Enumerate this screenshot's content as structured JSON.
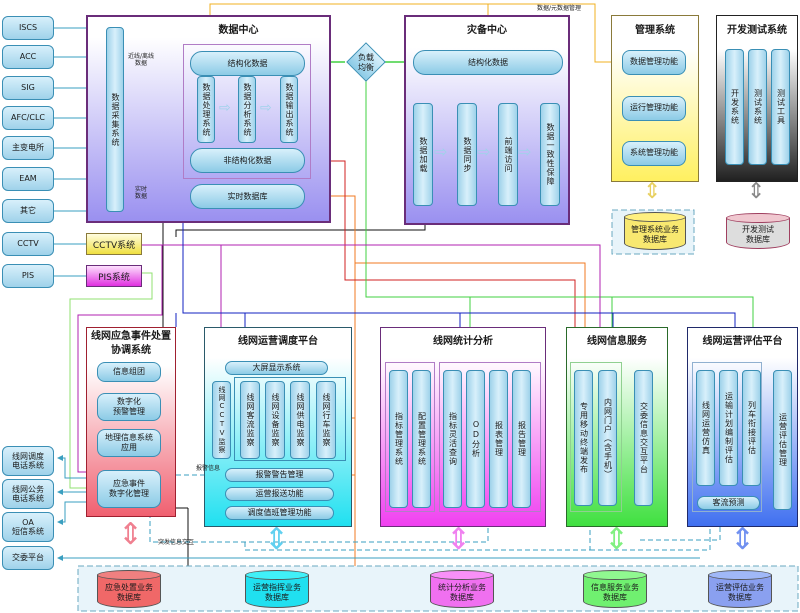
{
  "external_sources": [
    "ISCS",
    "ACC",
    "SIG",
    "AFC/CLC",
    "主变电所",
    "EAM",
    "其它"
  ],
  "data_center": {
    "title": "数据中心",
    "collector": "数据采集系统",
    "structured": "结构化数据",
    "processing": [
      "数据处理系统",
      "数据分析系统",
      "数据输出系统"
    ],
    "unstructured": "非结构化数据",
    "realtime_db": "实时数据库",
    "label_nearline": "近线/离线\n数据",
    "label_realtime": "实时\n数据"
  },
  "load_balance": "负载\n均衡",
  "dr_center": {
    "title": "灾备中心",
    "structured": "结构化数据",
    "steps": [
      "数据加载",
      "数据同步",
      "前端访问",
      "数据一致性保障"
    ]
  },
  "top_label": "数据/元数据管理",
  "mgmt_system": {
    "title": "管理系统",
    "items": [
      "数据管理功能",
      "运行管理功能",
      "系统管理功能"
    ],
    "db": "管理系统业务\n数据库"
  },
  "devtest_system": {
    "title": "开发测试系统",
    "items": [
      "开发系统",
      "测试系统",
      "测试工具"
    ],
    "db": "开发测试\n数据库"
  },
  "cctv": {
    "source": "CCTV",
    "system": "CCTV系统"
  },
  "pis": {
    "source": "PIS",
    "system": "PIS系统"
  },
  "emergency": {
    "title": "线网应急事件处置协调系统",
    "items": [
      "信息组团",
      "数字化\n预警管理",
      "地理信息系统\n应用"
    ],
    "core": "应急事件\n数字化管理",
    "db": "应急处置业务\n数据库"
  },
  "left_outputs": [
    "线网调度\n电话系统",
    "线网公务\n电话系统",
    "OA\n短信系统",
    "交委平台"
  ],
  "dispatch": {
    "title": "线网运营调度平台",
    "bigscreen": "大屏显示系统",
    "cctv_monitor": "线网CCTV监察",
    "monitors": [
      "线网客流监察",
      "线网设备监察",
      "线网供电监察",
      "线网行车监察"
    ],
    "funcs": [
      "报警警告管理",
      "运营报送功能",
      "调度值班管理功能"
    ],
    "alarm_label": "报警信息",
    "db": "运营指挥业务\n数据库"
  },
  "statistics": {
    "title": "线网统计分析",
    "left": [
      "指标管理系统",
      "配置管理系统"
    ],
    "right": [
      "指标灵活查询",
      "OD分析",
      "报表管理",
      "报告管理"
    ],
    "db": "统计分析业务\n数据库"
  },
  "info_service": {
    "title": "线网信息服务",
    "items": [
      "专用移动终端发布",
      "内网门户（含手机）"
    ],
    "exchange": "交委信息交互平台",
    "db": "信息服务业务\n数据库"
  },
  "evaluation": {
    "title": "线网运营评估平台",
    "items": [
      "线网运营仿真",
      "运输计划编制评估",
      "列车衔接评估"
    ],
    "forecast": "客流预测",
    "mgmt": "运营评估管理",
    "db": "运营评估业务\n数据库"
  },
  "incident_label": "突发信息交互"
}
